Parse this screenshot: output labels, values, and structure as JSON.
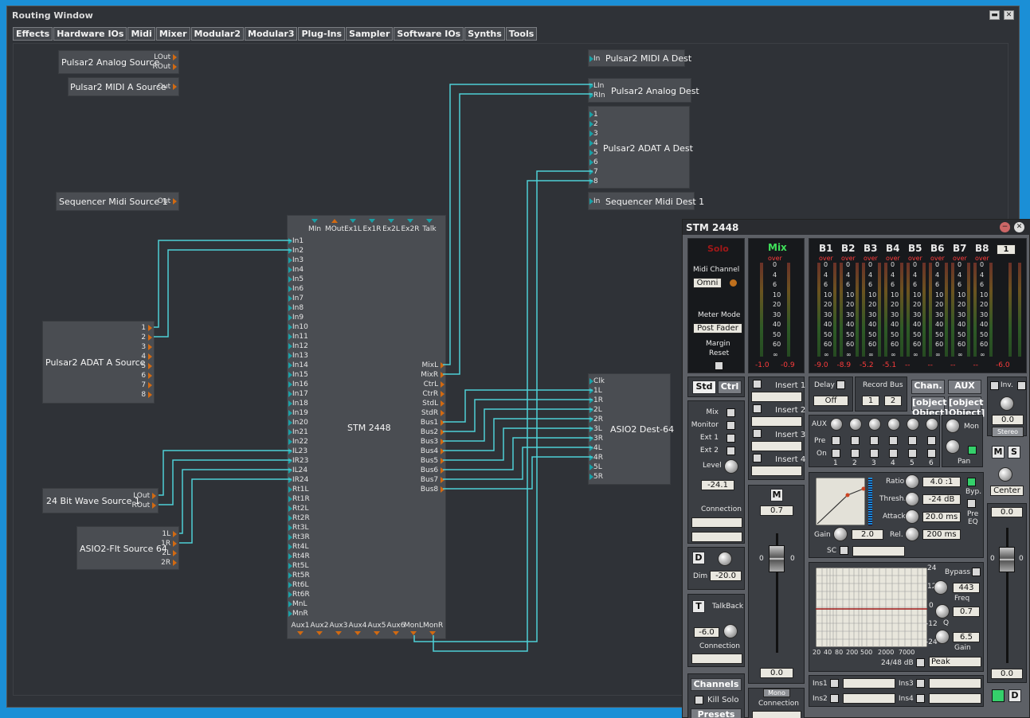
{
  "window": {
    "title": "Routing Window",
    "minimize": "▬",
    "close": "✕"
  },
  "menu": [
    "Effects",
    "Hardware IOs",
    "Midi",
    "Mixer",
    "Modular2",
    "Modular3",
    "Plug-Ins",
    "Sampler",
    "Software IOs",
    "Synths",
    "Tools"
  ],
  "modules": {
    "analog_source": {
      "title": "Pulsar2 Analog Source",
      "ports": [
        "LOut",
        "ROut"
      ]
    },
    "midi_a_source": {
      "title": "Pulsar2 MIDI A Source",
      "ports": [
        "Out"
      ]
    },
    "seq_midi_source": {
      "title": "Sequencer Midi Source 1",
      "ports": [
        "Out"
      ]
    },
    "adat_a_source": {
      "title": "Pulsar2 ADAT A Source",
      "ports": [
        "1",
        "2",
        "3",
        "4",
        "5",
        "6",
        "7",
        "8"
      ]
    },
    "wave_source": {
      "title": "24 Bit Wave Source 1",
      "ports": [
        "LOut",
        "ROut"
      ]
    },
    "asio_src": {
      "title": "ASIO2-Flt Source 64",
      "ports": [
        "1L",
        "1R",
        "2L",
        "2R"
      ]
    },
    "midi_a_dest": {
      "title": "Pulsar2 MIDI A Dest",
      "ports": [
        "In"
      ]
    },
    "analog_dest": {
      "title": "Pulsar2 Analog Dest",
      "ports": [
        "LIn",
        "RIn"
      ]
    },
    "adat_a_dest": {
      "title": "Pulsar2 ADAT A Dest",
      "ports": [
        "1",
        "2",
        "3",
        "4",
        "5",
        "6",
        "7",
        "8"
      ]
    },
    "seq_midi_dest": {
      "title": "Sequencer Midi Dest 1",
      "ports": [
        "In"
      ]
    },
    "asio_dest": {
      "title": "ASIO2 Dest-64",
      "ports": [
        "Clk",
        "1L",
        "1R",
        "2L",
        "2R",
        "3L",
        "3R",
        "4L",
        "4R",
        "5L",
        "5R"
      ]
    },
    "stm": {
      "title": "STM 2448",
      "top_ports": [
        "MIn",
        "MOut",
        "Ex1L",
        "Ex1R",
        "Ex2L",
        "Ex2R",
        "Talk"
      ],
      "left_ports": [
        "In1",
        "In2",
        "In3",
        "In4",
        "In5",
        "In6",
        "In7",
        "In8",
        "In9",
        "In10",
        "In11",
        "In12",
        "In13",
        "In14",
        "In15",
        "In16",
        "In17",
        "In18",
        "In19",
        "In20",
        "In21",
        "In22",
        "IL23",
        "IR23",
        "IL24",
        "IR24",
        "Rt1L",
        "Rt1R",
        "Rt2L",
        "Rt2R",
        "Rt3L",
        "Rt3R",
        "Rt4L",
        "Rt4R",
        "Rt5L",
        "Rt5R",
        "Rt6L",
        "Rt6R",
        "MnL",
        "MnR"
      ],
      "right_ports": [
        "MixL",
        "MixR",
        "CtrL",
        "CtrR",
        "StdL",
        "StdR",
        "Bus1",
        "Bus2",
        "Bus3",
        "Bus4",
        "Bus5",
        "Bus6",
        "Bus7",
        "Bus8"
      ],
      "bottom_ports": [
        "Aux1",
        "Aux2",
        "Aux3",
        "Aux4",
        "Aux5",
        "Aux6",
        "MonL",
        "MonR"
      ]
    }
  },
  "stm_panel": {
    "title": "STM 2448",
    "solo": "Solo",
    "midi_channel_label": "Midi Channel",
    "midi_channel": "Omni",
    "meter_mode_label": "Meter Mode",
    "meter_mode": "Post Fader",
    "margin_reset": [
      "Margin",
      "Reset"
    ],
    "mix_label": "Mix",
    "over": "over",
    "mix_values": [
      "-1.0",
      "-0.9"
    ],
    "meter_scale": [
      "0",
      "4",
      "6",
      "10",
      "20",
      "30",
      "40",
      "50",
      "60",
      "∞"
    ],
    "buses": [
      "B1",
      "B2",
      "B3",
      "B4",
      "B5",
      "B6",
      "B7",
      "B8"
    ],
    "bus_page": "1",
    "bus_values": [
      "-9.0",
      "-8.9",
      "-5.2",
      "-5.1",
      "--",
      "--",
      "--",
      "--",
      "-6.0"
    ],
    "std": "Std",
    "ctrl": "Ctrl",
    "inserts": [
      "Insert 1",
      "Insert 2",
      "Insert 3",
      "Insert 4"
    ],
    "delay_label": "Delay",
    "delay_value": "Off",
    "record_bus_label": "Record Bus",
    "record_bus": [
      "1",
      "2"
    ],
    "chan": "Chan.",
    "aux": "AUX",
    "comp": {
      "ratio_label": "Ratio",
      "ratio": "4.0 :1",
      "thresh_label": "Thresh.",
      "thresh": "-24 dB",
      "attack_label": "Attack",
      "attack": "20.0 ms",
      "rel_label": "Rel.",
      "rel": "200 ms",
      "gain_label": "Gain",
      "gain": "2.0",
      "byp": "Byp.",
      "pre_eq": [
        "Pre",
        "EQ"
      ],
      "sc": "SC"
    },
    "eq": {
      "bypass": "Bypass",
      "db_scale": [
        "24",
        "12",
        "0",
        "-12",
        "-24"
      ],
      "freq_value": "443",
      "freq_label": "Freq",
      "q_value": "0.7",
      "q_label": "Q",
      "gain_value": "6.5",
      "gain_label": "Gain",
      "freq_axis": [
        "20",
        "40",
        "80",
        "200",
        "500",
        "2000",
        "7000"
      ],
      "range": "24/48 dB",
      "type": "Peak"
    },
    "inv": "Inv.",
    "inv_value": "0.0",
    "stereo": "Stereo",
    "mix_items": [
      "Mix",
      "Monitor",
      "Ext 1",
      "Ext 2"
    ],
    "level_label": "Level",
    "level_value": "-24.1",
    "connection_label": "Connection",
    "aux_label": "AUX",
    "pre": "Pre",
    "on": "On",
    "aux_nums": [
      "1",
      "2",
      "3",
      "4",
      "5",
      "6"
    ],
    "mon": "Mon",
    "pan": "Pan",
    "m_btn": "M",
    "s_btn": "S",
    "pan_value": "Center",
    "fader_value_top": "0.7",
    "fader_value_bottom": "0.0",
    "right_fader_top": "0.0",
    "right_fader_bottom": "0.0",
    "d_btn": "D",
    "dim_label": "Dim",
    "dim_value": "-20.0",
    "t_btn": "T",
    "talkback_label": "TalkBack",
    "talkback_value": "-6.0",
    "channels": "Channels",
    "kill_solo": "Kill Solo",
    "presets": "Presets",
    "mono": "Mono",
    "ins_labels": [
      "Ins1",
      "Ins3",
      "Ins2",
      "Ins4"
    ],
    "fader_scale": [
      "0",
      "0"
    ]
  },
  "colors": {
    "wire": "#4fd0d6",
    "port_in": "#1aa0a6",
    "port_out": "#d26a12",
    "meter_green": "#3fe05a"
  }
}
